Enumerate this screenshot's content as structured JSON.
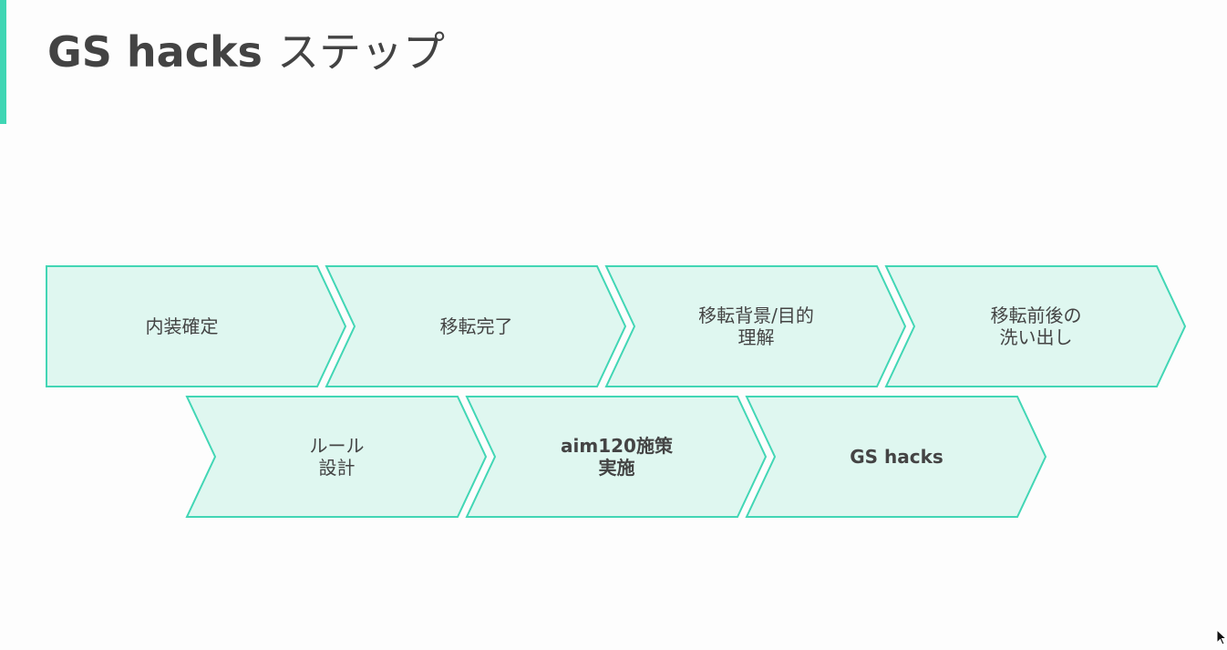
{
  "slide": {
    "title_main": "GS hacks",
    "title_suffix": "ステップ"
  },
  "steps": [
    {
      "label": "内装確定"
    },
    {
      "label": "移転完了"
    },
    {
      "label": "移転背景/目的\n理解"
    },
    {
      "label": "移転前後の\n洗い出し"
    },
    {
      "label": "ルール\n設計"
    },
    {
      "label": "aim120施策\n実施"
    },
    {
      "label": "GS hacks"
    }
  ],
  "colors": {
    "accent": "#3fd6b4",
    "chevron_fill": "#dff7f0",
    "chevron_stroke": "#42d6b5",
    "text": "#444444"
  },
  "icons": {
    "cursor": "mouse-pointer-icon"
  }
}
